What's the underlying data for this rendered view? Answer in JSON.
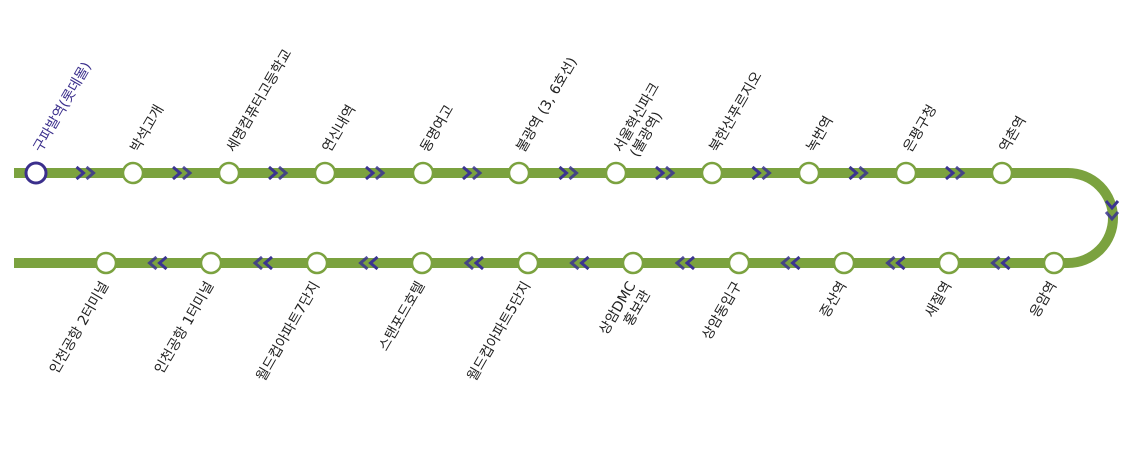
{
  "line": {
    "color": "#7ba23f",
    "arrow_color": "#3b3490",
    "current_color": "#3b2f8c",
    "label_color": "#222222"
  },
  "top_stations": [
    {
      "name": "구파발역(롯데몰)",
      "current": true
    },
    {
      "name": "박석고개"
    },
    {
      "name": "세명컴퓨터고등학교"
    },
    {
      "name": "연신내역"
    },
    {
      "name": "동명여고"
    },
    {
      "name": "불광역 (3, 6호선)"
    },
    {
      "name": "서울혁신파크",
      "line2": "(불광역)"
    },
    {
      "name": "북한산푸르지오"
    },
    {
      "name": "녹번역"
    },
    {
      "name": "은평구청"
    },
    {
      "name": "역촌역"
    }
  ],
  "bottom_stations": [
    {
      "name": "응암역"
    },
    {
      "name": "새절역"
    },
    {
      "name": "증산역"
    },
    {
      "name": "상암동입구"
    },
    {
      "name": "상암DMC",
      "line2": "홍보관"
    },
    {
      "name": "월드컵아파트5단지"
    },
    {
      "name": "스탠포드호텔"
    },
    {
      "name": "월드컵아파트7단지"
    },
    {
      "name": "인천공항 1터미널"
    },
    {
      "name": "인천공항 2터미널"
    }
  ]
}
